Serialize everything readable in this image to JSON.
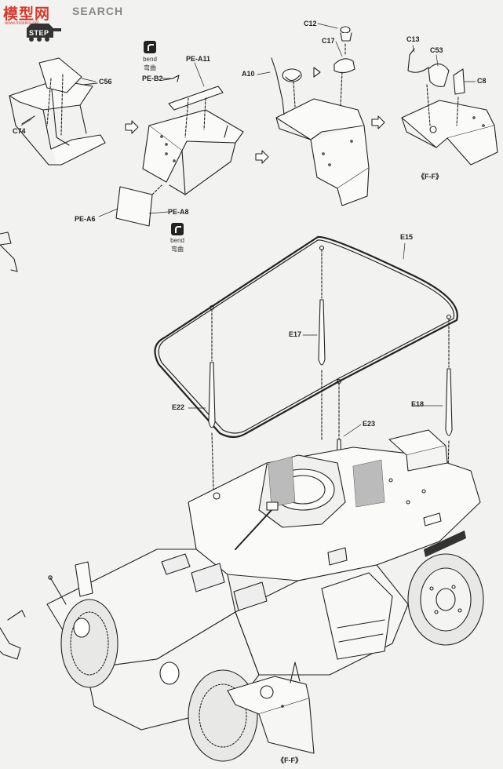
{
  "watermark": {
    "logo": "模型网",
    "search": "SEARCH",
    "url": "www.moxing.net"
  },
  "step": {
    "label": "STEP"
  },
  "bend_notes": [
    {
      "en": "bend",
      "zh": "弯曲"
    },
    {
      "en": "bend",
      "zh": "弯曲"
    }
  ],
  "part_labels": {
    "c56": "C56",
    "c74": "C74",
    "pe_a11": "PE-A11",
    "pe_b2": "PE-B2",
    "pe_a6": "PE-A6",
    "pe_a8": "PE-A8",
    "a10": "A10",
    "c12": "C12",
    "c17": "C17",
    "c13": "C13",
    "c53": "C53",
    "c8": "C8",
    "e15": "E15",
    "e17": "E17",
    "e22": "E22",
    "e18": "E18",
    "e23": "E23"
  },
  "section_marks": {
    "top": "《F-F》",
    "bottom": "《F-F》"
  }
}
